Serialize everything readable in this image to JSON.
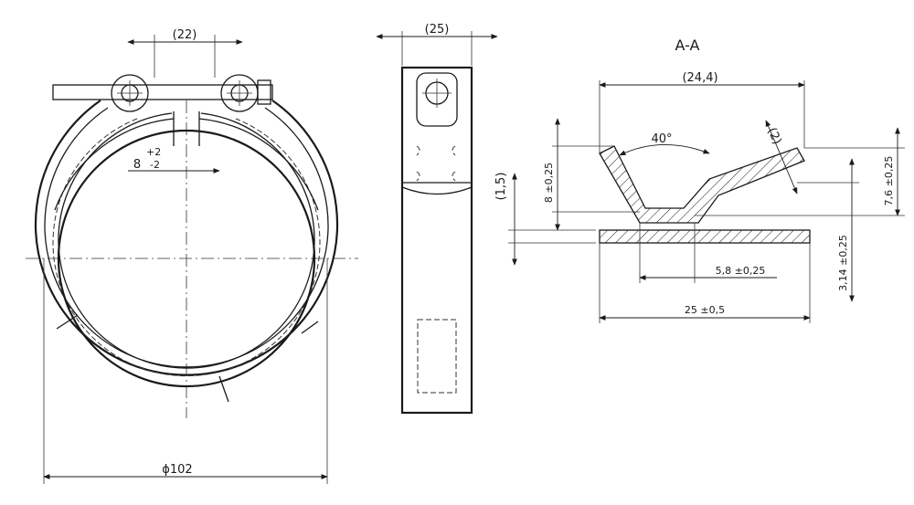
{
  "front_view": {
    "dim_bolt_spacing": "(22)",
    "dim_gap": "8",
    "dim_gap_plus": "+2",
    "dim_gap_minus": "-2",
    "dim_diameter": "ϕ102"
  },
  "side_view": {
    "dim_width": "(25)"
  },
  "section_view": {
    "title": "A-A",
    "dim_top_width": "(24,4)",
    "dim_angle": "40°",
    "dim_lip_thickness": "(2)",
    "dim_base_thickness": "(1,5)",
    "dim_inner_height": "8 ±0,25",
    "dim_outer_height": "7,6 ±0,25",
    "dim_base_offset": "3,14 ±0,25",
    "dim_throat_width": "5,8 ±0,25",
    "dim_total_width": "25 ±0,5"
  }
}
